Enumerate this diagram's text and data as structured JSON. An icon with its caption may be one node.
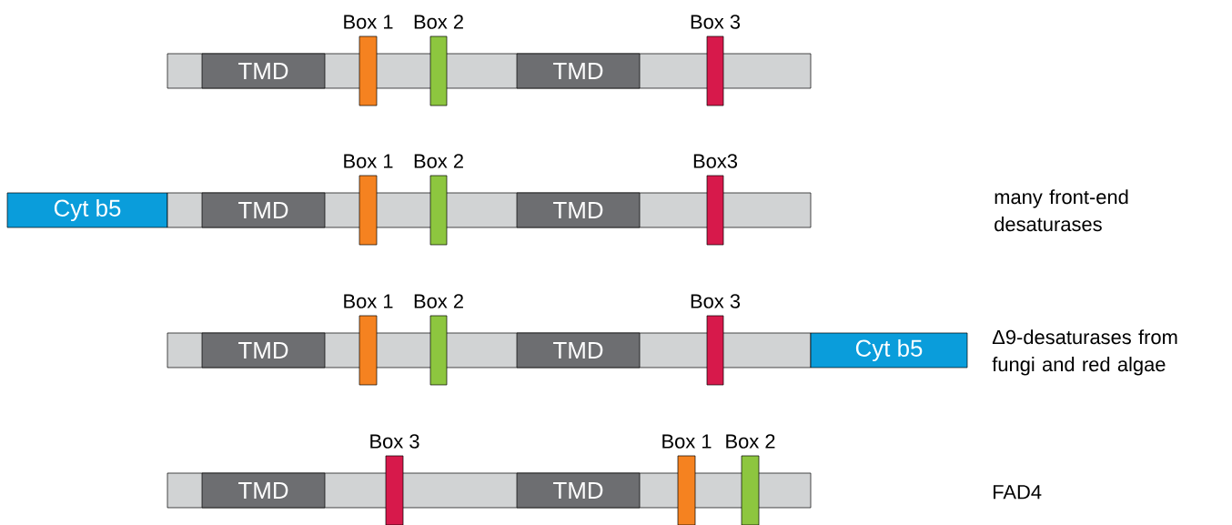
{
  "diagram": {
    "nodes": [
      {
        "text": [],
        "shape": "bar"
      },
      {
        "text": [
          "TMD"
        ],
        "in": 0
      },
      {
        "text": [
          "TMD"
        ],
        "in": 0
      },
      {
        "text": [
          "Box 1"
        ]
      },
      {
        "text": [
          "Box 2"
        ]
      },
      {
        "text": [
          "Box 3"
        ]
      },
      {
        "text": [
          "Cyt b5"
        ]
      },
      {
        "text": [],
        "shape": "bar"
      },
      {
        "text": [
          "TMD"
        ],
        "in": 7
      },
      {
        "text": [
          "TMD"
        ],
        "in": 7
      },
      {
        "text": [
          "Box 1"
        ]
      },
      {
        "text": [
          "Box 2"
        ]
      },
      {
        "text": [
          "Box3"
        ]
      },
      {
        "text": [],
        "shape": "bar"
      },
      {
        "text": [
          "TMD"
        ],
        "in": 13
      },
      {
        "text": [
          "TMD"
        ],
        "in": 13
      },
      {
        "text": [
          "Box 1"
        ]
      },
      {
        "text": [
          "Box 2"
        ]
      },
      {
        "text": [
          "Box 3"
        ]
      },
      {
        "text": [
          "Cyt b5"
        ]
      },
      {
        "text": [],
        "shape": "bar"
      },
      {
        "text": [
          "TMD"
        ],
        "in": 20
      },
      {
        "text": [
          "TMD"
        ],
        "in": 20
      },
      {
        "text": [
          "Box 3"
        ]
      },
      {
        "text": [
          "Box 1"
        ]
      },
      {
        "text": [
          "Box 2"
        ]
      }
    ],
    "labels": [
      "many front-end desaturases",
      "Δ9-desaturases from fungi and red algae",
      "FAD4"
    ]
  }
}
